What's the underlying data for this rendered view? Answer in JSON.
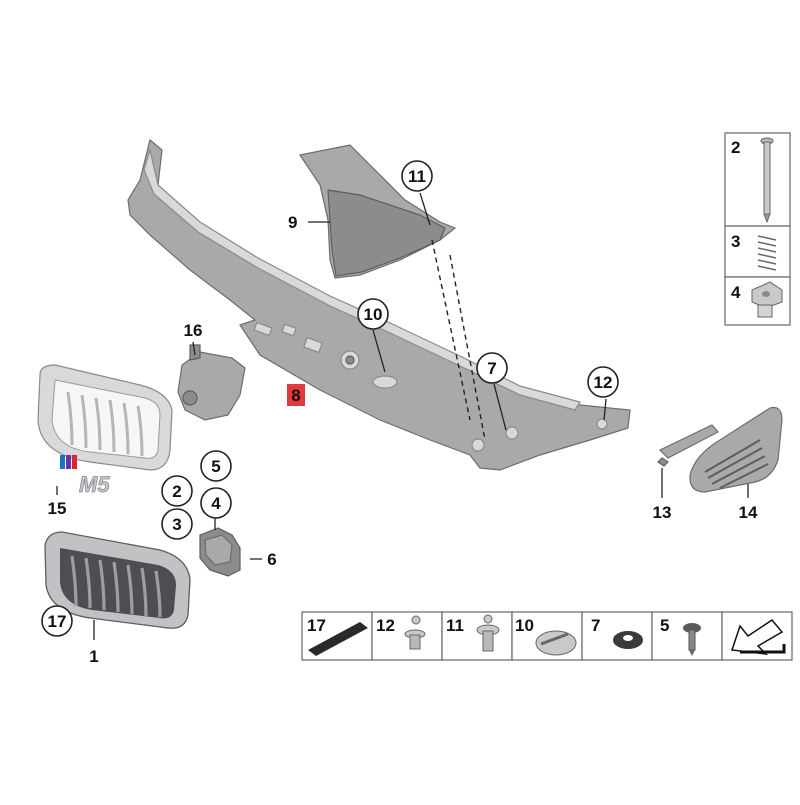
{
  "diagram": {
    "callouts": {
      "c1": "1",
      "c2": "2",
      "c3": "3",
      "c4": "4",
      "c5": "5",
      "c6": "6",
      "c7": "7",
      "c8": "8",
      "c9": "9",
      "c10": "10",
      "c11": "11",
      "c12": "12",
      "c13": "13",
      "c14": "14",
      "c15": "15",
      "c16": "16",
      "c17": "17",
      "c2b": "2",
      "c3b": "3",
      "c4b": "4",
      "c5b": "5"
    },
    "highlighted_part": "8",
    "emblem_text": "M5",
    "highlight_color": "#e23b3b",
    "side_legend": [
      {
        "num": "2",
        "icon": "bolt-icon"
      },
      {
        "num": "3",
        "icon": "spring-icon"
      },
      {
        "num": "4",
        "icon": "spring-nut-icon"
      }
    ],
    "bottom_legend": [
      {
        "num": "17",
        "icon": "foam-pad-icon"
      },
      {
        "num": "12",
        "icon": "plastic-rivet-icon"
      },
      {
        "num": "11",
        "icon": "expanding-rivet-icon"
      },
      {
        "num": "10",
        "icon": "grommet-icon"
      },
      {
        "num": "7",
        "icon": "washer-icon"
      },
      {
        "num": "5",
        "icon": "screw-icon"
      },
      {
        "num": "",
        "icon": "arrow-icon"
      }
    ]
  }
}
